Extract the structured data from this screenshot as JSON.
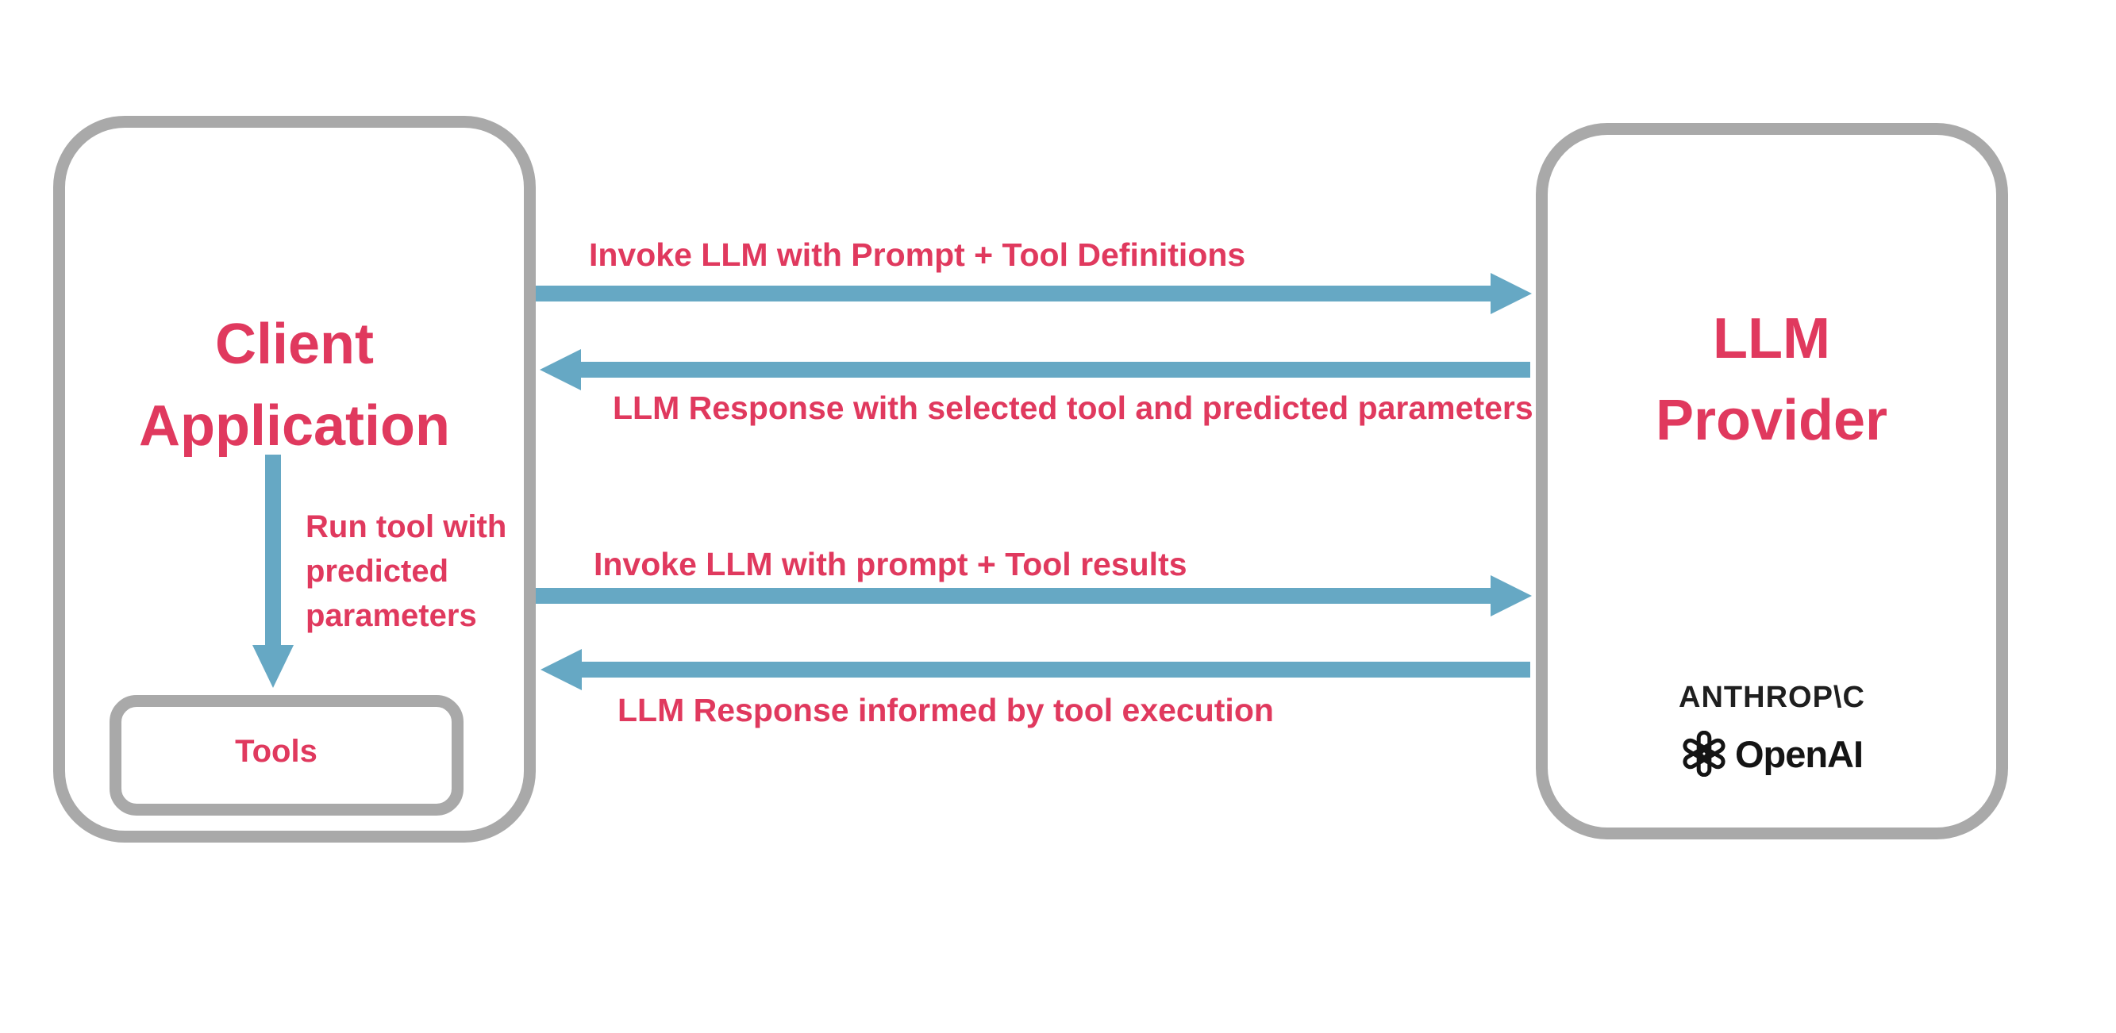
{
  "colors": {
    "accent_pink": "#E0395E",
    "arrow_blue": "#66A8C4",
    "border_gray": "#A9A9A9",
    "logo_black": "#1F1F1F"
  },
  "client_box": {
    "title": "Client Application",
    "run_tool_label": "Run tool with predicted parameters",
    "tools_label": "Tools"
  },
  "llm_box": {
    "title": "LLM Provider",
    "anthropic_label": "ANTHROP\\C",
    "openai_label": "OpenAI"
  },
  "arrows": [
    {
      "direction": "right",
      "label": "Invoke LLM with Prompt + Tool Definitions"
    },
    {
      "direction": "left",
      "label": "LLM Response with selected tool and predicted parameters"
    },
    {
      "direction": "right",
      "label": "Invoke LLM with prompt + Tool results"
    },
    {
      "direction": "left",
      "label": "LLM Response informed by tool execution"
    },
    {
      "direction": "down",
      "label": "Run tool with predicted parameters"
    }
  ]
}
